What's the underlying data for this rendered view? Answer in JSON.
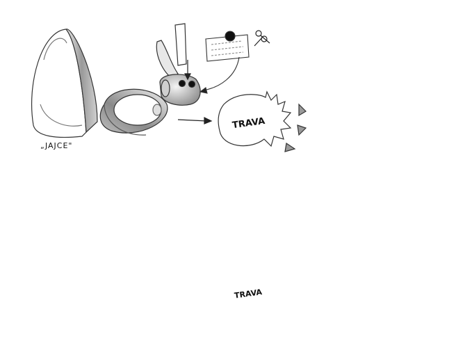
{
  "labels": {
    "egg": "„JAJCE\"",
    "grass_top": "TRAVA",
    "grass_bottom": "TRAVA"
  },
  "colors": {
    "ink": "#222222",
    "paper": "#ffffff",
    "shade": "#9a9a9a",
    "light_shade": "#d6d6d6",
    "dark_shade": "#555555"
  },
  "icons": [
    "scissors-icon",
    "arrow-icon"
  ]
}
